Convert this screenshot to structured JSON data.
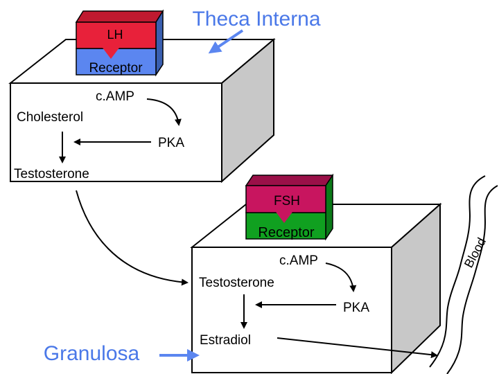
{
  "title": "Theca Interna",
  "theca": {
    "hormone": "LH",
    "receptor": "Receptor",
    "second_messenger": "c.AMP",
    "substrate": "Cholesterol",
    "kinase": "PKA",
    "product": "Testosterone"
  },
  "granulosa": {
    "label": "Granulosa",
    "hormone": "FSH",
    "receptor": "Receptor",
    "second_messenger": "c.AMP",
    "substrate": "Testosterone",
    "kinase": "PKA",
    "product": "Estradiol"
  },
  "blood_label": "Blood",
  "colors": {
    "hormone_fill": "#e8213a",
    "lh_receptor_fill": "#5b86f0",
    "fsh_hormone_fill": "#c8155f",
    "fsh_receptor_fill": "#10a020",
    "cell_side": "#c8c8c8",
    "pointer_arrow": "#5b86f0",
    "title_color": "#4a78e8",
    "granulosa_color": "#4a78e8"
  }
}
